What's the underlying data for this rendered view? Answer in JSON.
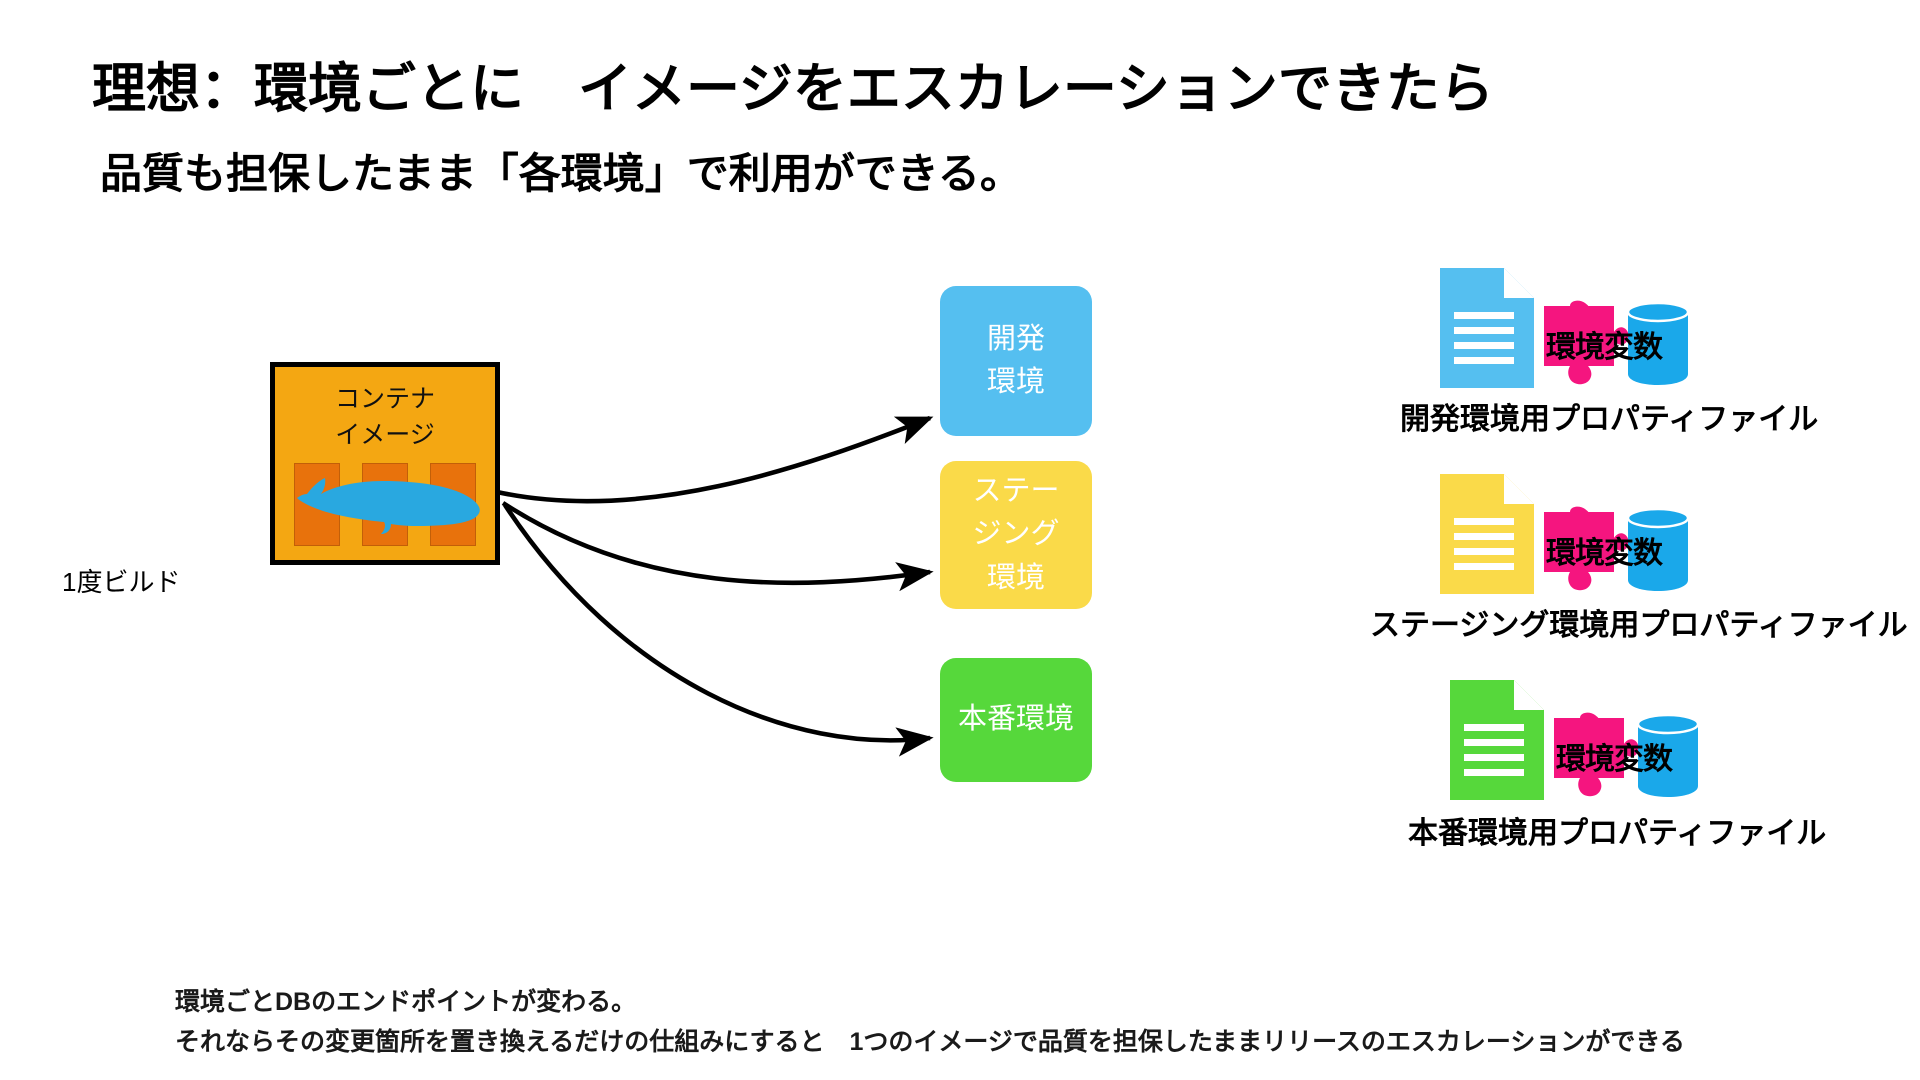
{
  "slide": {
    "title_main": "理想：環境ごとに　イメージをエスカレーションできたら",
    "title_sub": "品質も担保したまま「各環境」で利用ができる。",
    "background_color": "#ffffff"
  },
  "container_image": {
    "label": "コンテナ\nイメージ",
    "fill_color": "#f4a712",
    "bar_color": "#e8720c",
    "border_color": "#000000",
    "whale_color": "#29a8e0",
    "bar_count": 3,
    "build_label": "1度ビルド"
  },
  "environments": [
    {
      "name": "dev",
      "label": "開発\n環境",
      "color": "#55bff0"
    },
    {
      "name": "staging",
      "label": "ステー\nジング\n環境",
      "color": "#fada49"
    },
    {
      "name": "prod",
      "label": "本番環境",
      "color": "#56d83b"
    }
  ],
  "arrows": {
    "count": 3,
    "color": "#000000",
    "source": "container-image",
    "targets": [
      "開発環境",
      "ステージング環境",
      "本番環境"
    ]
  },
  "property_files": [
    {
      "name": "dev",
      "doc_color": "#55bff0",
      "puzzle_color": "#f5157f",
      "db_color": "#1aa8ea",
      "badge_text": "環境変数",
      "label": "開発環境用プロパティファイル"
    },
    {
      "name": "staging",
      "doc_color": "#fada49",
      "puzzle_color": "#f5157f",
      "db_color": "#1aa8ea",
      "badge_text": "環境変数",
      "label": "ステージング環境用プロパティファイル"
    },
    {
      "name": "prod",
      "doc_color": "#56d83b",
      "puzzle_color": "#f5157f",
      "db_color": "#1aa8ea",
      "badge_text": "環境変数",
      "label": "本番環境用プロパティファイル"
    }
  ],
  "notes": {
    "line1": "環境ごとDBのエンドポイントが変わる。",
    "line2": "それならその変更箇所を置き換えるだけの仕組みにすると　1つのイメージで品質を担保したままリリースのエスカレーションができる"
  }
}
